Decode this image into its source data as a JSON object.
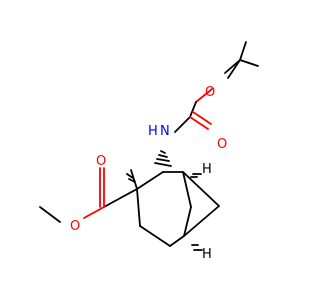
{
  "molecule": {
    "atoms": {
      "o_tboc_ether": "O",
      "o_carbamate_carbonyl": "O",
      "n_carbamate": "N",
      "h_on_n": "H",
      "o_ester_carbonyl": "O",
      "o_ester_ether": "O",
      "h_ring_upper": "H",
      "h_ring_lower": "H"
    },
    "colors": {
      "carbon_bond": "#000000",
      "oxygen": "#ff0000",
      "nitrogen": "#0000ff"
    }
  }
}
